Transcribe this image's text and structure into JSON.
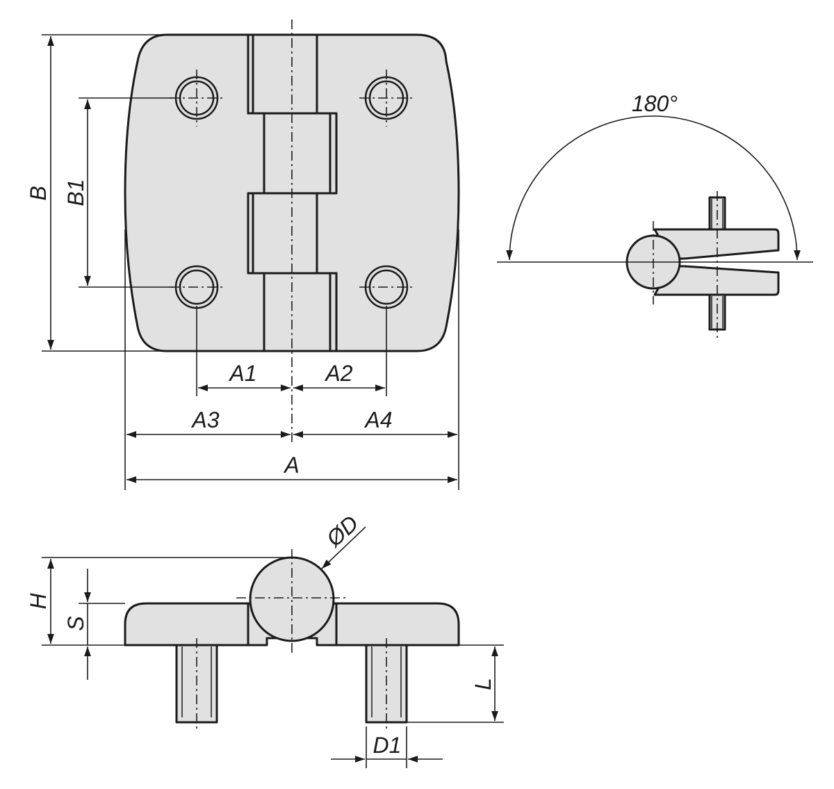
{
  "labels": {
    "b": "B",
    "b1": "B1",
    "a1": "A1",
    "a2": "A2",
    "a3": "A3",
    "a4": "A4",
    "a": "A",
    "angle": "180°",
    "diameter": "ØD",
    "h": "H",
    "s": "S",
    "l": "L",
    "d1": "D1"
  },
  "colors": {
    "part_fill": "#e1e1e1",
    "line": "#1a1a1a",
    "background": "#ffffff"
  }
}
